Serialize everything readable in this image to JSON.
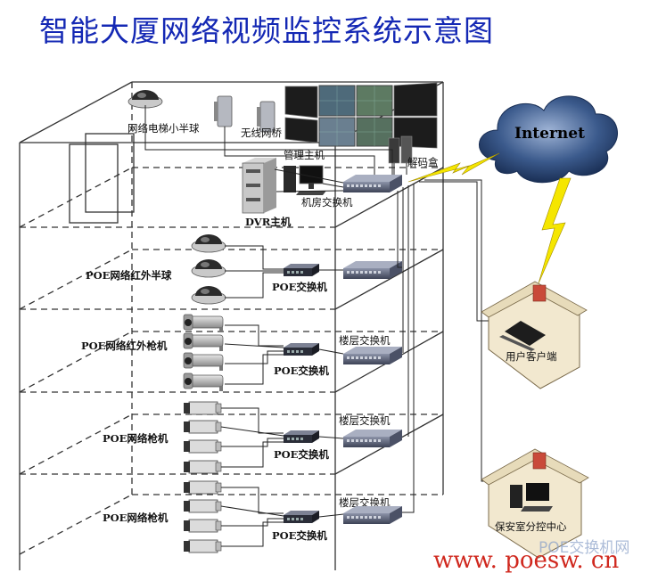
{
  "title": "智能大厦网络视频监控系统示意图",
  "labels": {
    "elevator_camera": "网络电梯小半球",
    "wireless_bridge": "无线网桥",
    "management_host": "管理主机",
    "decoder_box": "解码盒",
    "machine_room_switch": "机房交换机",
    "dvr_host": "DVR主机",
    "internet": "Internet",
    "poe_ir_dome": "POE网络红外半球",
    "poe_switch": "POE交换机",
    "poe_ir_bullet": "POE网络红外枪机",
    "floor_switch": "楼层交换机",
    "poe_bullet": "POE网络枪机",
    "user_client": "用户客户端",
    "security_center": "保安室分控中心"
  },
  "watermark": {
    "url": "www. poesw. cn",
    "brand": "POE交换机网"
  },
  "colors": {
    "title": "#1428b4",
    "lightning": "#f5e600",
    "watermark": "#d0281e",
    "cloud": "#2a4a7a"
  }
}
